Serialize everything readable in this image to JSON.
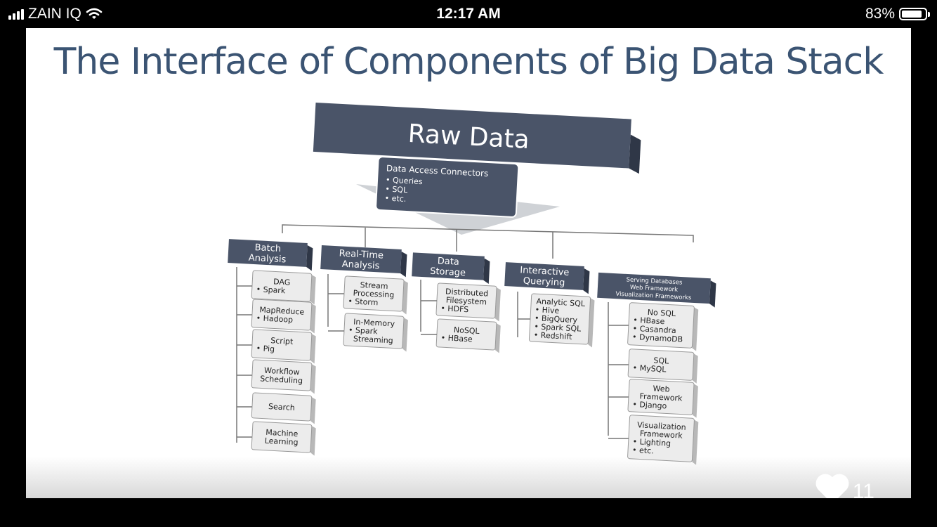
{
  "status_bar": {
    "carrier": "ZAIN IQ",
    "time": "12:17 AM",
    "battery": "83%"
  },
  "slide": {
    "title": "The Interface of Components of Big Data Stack",
    "raw_data": "Raw Data",
    "connectors": {
      "title": "Data Access Connectors",
      "items": [
        "• Queries",
        "• SQL",
        "• etc."
      ]
    },
    "batch": {
      "title": [
        "Batch",
        "Analysis"
      ],
      "items": [
        [
          "DAG",
          "• Spark"
        ],
        [
          "MapReduce",
          "• Hadoop"
        ],
        [
          "Script",
          "• Pig"
        ],
        [
          "Workflow",
          "Scheduling"
        ],
        [
          "Search"
        ],
        [
          "Machine",
          "Learning"
        ]
      ]
    },
    "realtime": {
      "title": [
        "Real-Time",
        "Analysis"
      ],
      "items": [
        [
          "Stream",
          "Processing",
          "• Storm"
        ],
        [
          "In-Memory",
          "• Spark",
          "Streaming"
        ]
      ]
    },
    "storage": {
      "title": [
        "Data",
        "Storage"
      ],
      "items": [
        [
          "Distributed",
          "Filesystem",
          "• HDFS"
        ],
        [
          "NoSQL",
          "• HBase"
        ]
      ]
    },
    "interactive": {
      "title": [
        "Interactive",
        "Querying"
      ],
      "items": [
        [
          "Analytic SQL",
          "• Hive",
          "• BigQuery",
          "• Spark SQL",
          "• Redshift"
        ]
      ]
    },
    "serving": {
      "title": [
        "Serving Databases",
        "Web Framework",
        "Visualization Frameworks"
      ],
      "items": [
        [
          "No SQL",
          "• HBase",
          "• Casandra",
          "• DynamoDB"
        ],
        [
          "SQL",
          "• MySQL"
        ],
        [
          "Web",
          "Framework",
          "• Django"
        ],
        [
          "Visualization",
          "Framework",
          "• Lighting",
          "• etc."
        ]
      ]
    }
  },
  "likes": "11"
}
